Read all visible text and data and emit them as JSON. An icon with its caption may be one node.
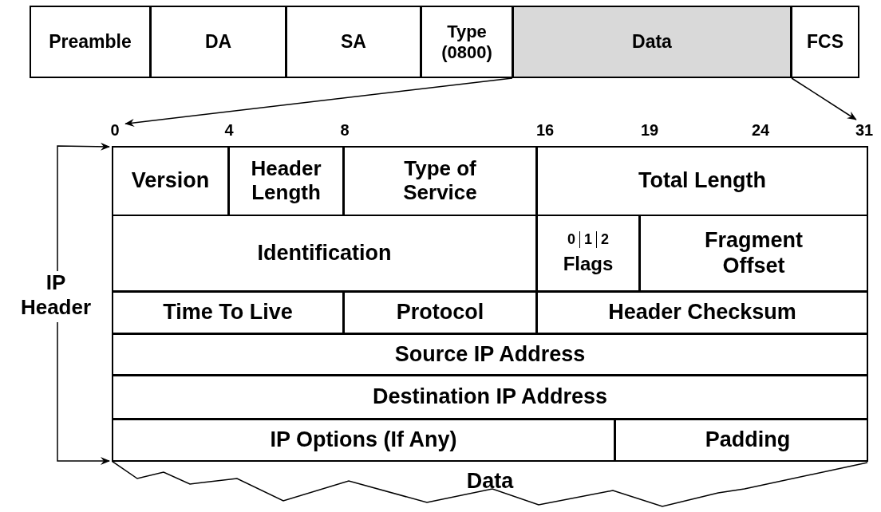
{
  "diagram": {
    "nodes": [
      {
        "text": [
          "Preamble"
        ]
      },
      {
        "text": [
          "DA"
        ]
      },
      {
        "text": [
          "SA"
        ]
      },
      {
        "text": [
          "Type (0800)"
        ]
      },
      {
        "text": [
          "Data"
        ]
      },
      {
        "text": [
          "FCS"
        ]
      },
      {
        "text": [
          "0"
        ]
      },
      {
        "text": [
          "31"
        ]
      },
      {
        "text": [
          "Version"
        ]
      },
      {
        "text": [
          "Header Length"
        ]
      },
      {
        "text": [
          "Type of Service"
        ]
      },
      {
        "text": [
          "Total Length"
        ]
      },
      {
        "text": [
          "Identification"
        ]
      },
      {
        "text": [
          "0",
          "1",
          "2",
          "Flags"
        ]
      },
      {
        "text": [
          "Fragment Offset"
        ]
      },
      {
        "text": [
          "Time To Live"
        ]
      },
      {
        "text": [
          "Protocol"
        ]
      },
      {
        "text": [
          "Header Checksum"
        ]
      },
      {
        "text": [
          "Source IP Address"
        ]
      },
      {
        "text": [
          "Destination IP Address"
        ]
      },
      {
        "text": [
          "IP Options (If Any)"
        ]
      },
      {
        "text": [
          "Padding"
        ]
      },
      {
        "text": [
          "Data"
        ]
      }
    ],
    "edges": [
      {
        "from": 4,
        "to": 6,
        "arrow": "to"
      },
      {
        "from": 4,
        "to": 7,
        "arrow": "to"
      }
    ],
    "labels": [
      "4",
      "8",
      "16",
      "19",
      "24",
      "IP Header"
    ]
  }
}
